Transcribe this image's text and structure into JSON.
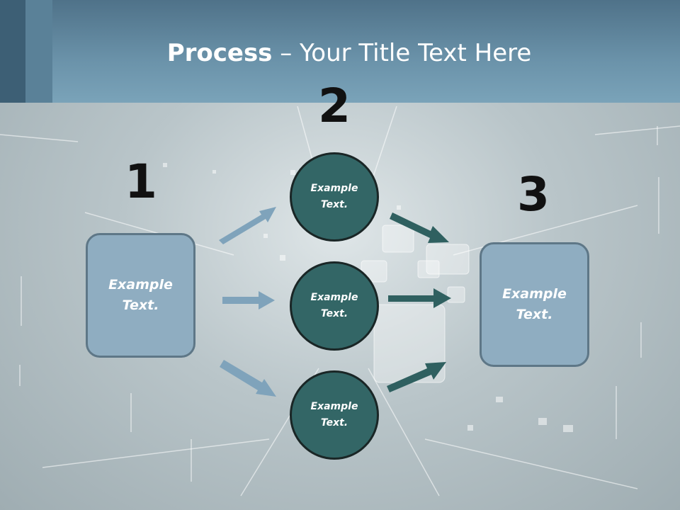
{
  "title": {
    "bold": "Process",
    "rest": " – Your Title Text Here"
  },
  "steps": [
    {
      "number": "1",
      "label": "Example\nText."
    },
    {
      "number": "2"
    },
    {
      "number": "3",
      "label": "Example\nText."
    }
  ],
  "circles": [
    {
      "label": "Example\nText."
    },
    {
      "label": "Example\nText."
    },
    {
      "label": "Example\nText."
    }
  ],
  "colors": {
    "header": "#6b93aa",
    "box_fill": "#8fadc1",
    "circle_fill": "#336666",
    "arrow_light": "#7fa3bb",
    "arrow_dark": "#2f6060"
  }
}
